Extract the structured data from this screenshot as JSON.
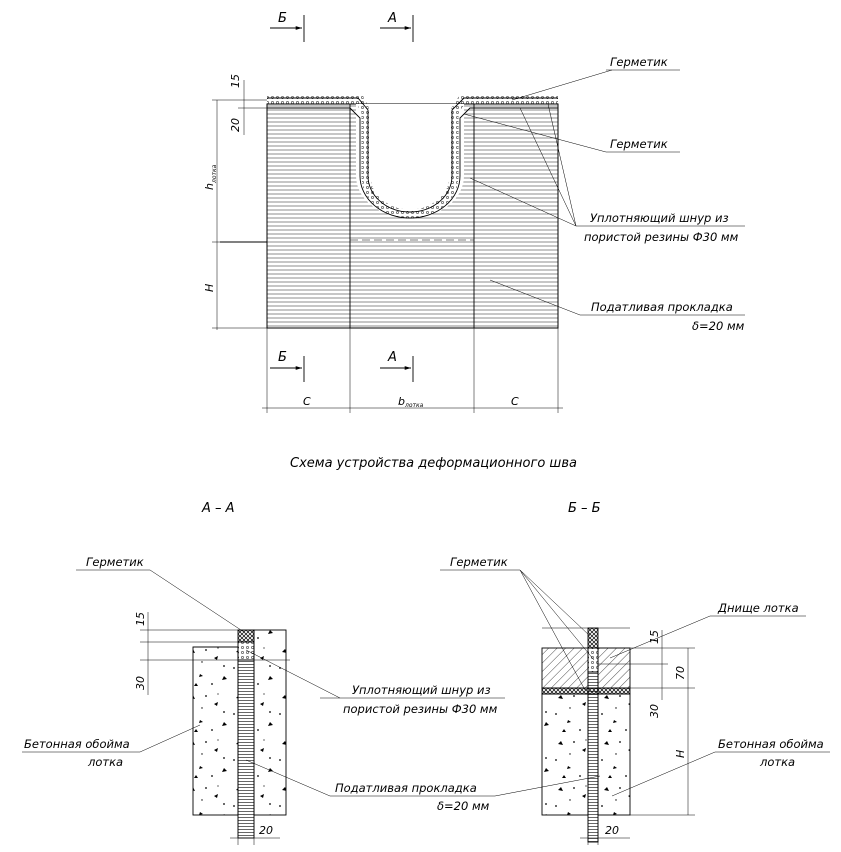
{
  "title": "Схема устройства деформационного шва",
  "top": {
    "labels": {
      "germetik_1": "Герметик",
      "germetik_2": "Герметик",
      "shnur_line1": "Уплотняющий шнур из",
      "shnur_line2": "пористой резины Ф30 мм",
      "prokladka_line1": "Податливая прокладка",
      "prokladka_line2": "δ=20 мм"
    },
    "section_marks": {
      "b_top": "Б",
      "a_top": "А",
      "b_bot": "Б",
      "a_bot": "А"
    },
    "dims": {
      "d15": "15",
      "d20": "20",
      "h": "h",
      "h_sub": "лотка",
      "H": "H",
      "c_left": "C",
      "b": "b",
      "b_sub": "лотка",
      "c_right": "C"
    }
  },
  "section_aa": {
    "title": "А – А",
    "labels": {
      "germetik": "Герметик",
      "oboima_line1": "Бетонная обойма",
      "oboima_line2": "лотка",
      "shnur_line1": "Уплотняющий шнур из",
      "shnur_line2": "пористой резины Ф30 мм",
      "prokladka_line1": "Податливая прокладка",
      "prokladka_line2": "δ=20 мм"
    },
    "dims": {
      "d15": "15",
      "d30": "30",
      "d20": "20"
    }
  },
  "section_bb": {
    "title": "Б – Б",
    "labels": {
      "germetik": "Герметик",
      "dnische": "Днище лотка",
      "oboima_line1": "Бетонная обойма",
      "oboima_line2": "лотка"
    },
    "dims": {
      "d15": "15",
      "d70": "70",
      "d30": "30",
      "H": "H",
      "d20": "20"
    }
  }
}
